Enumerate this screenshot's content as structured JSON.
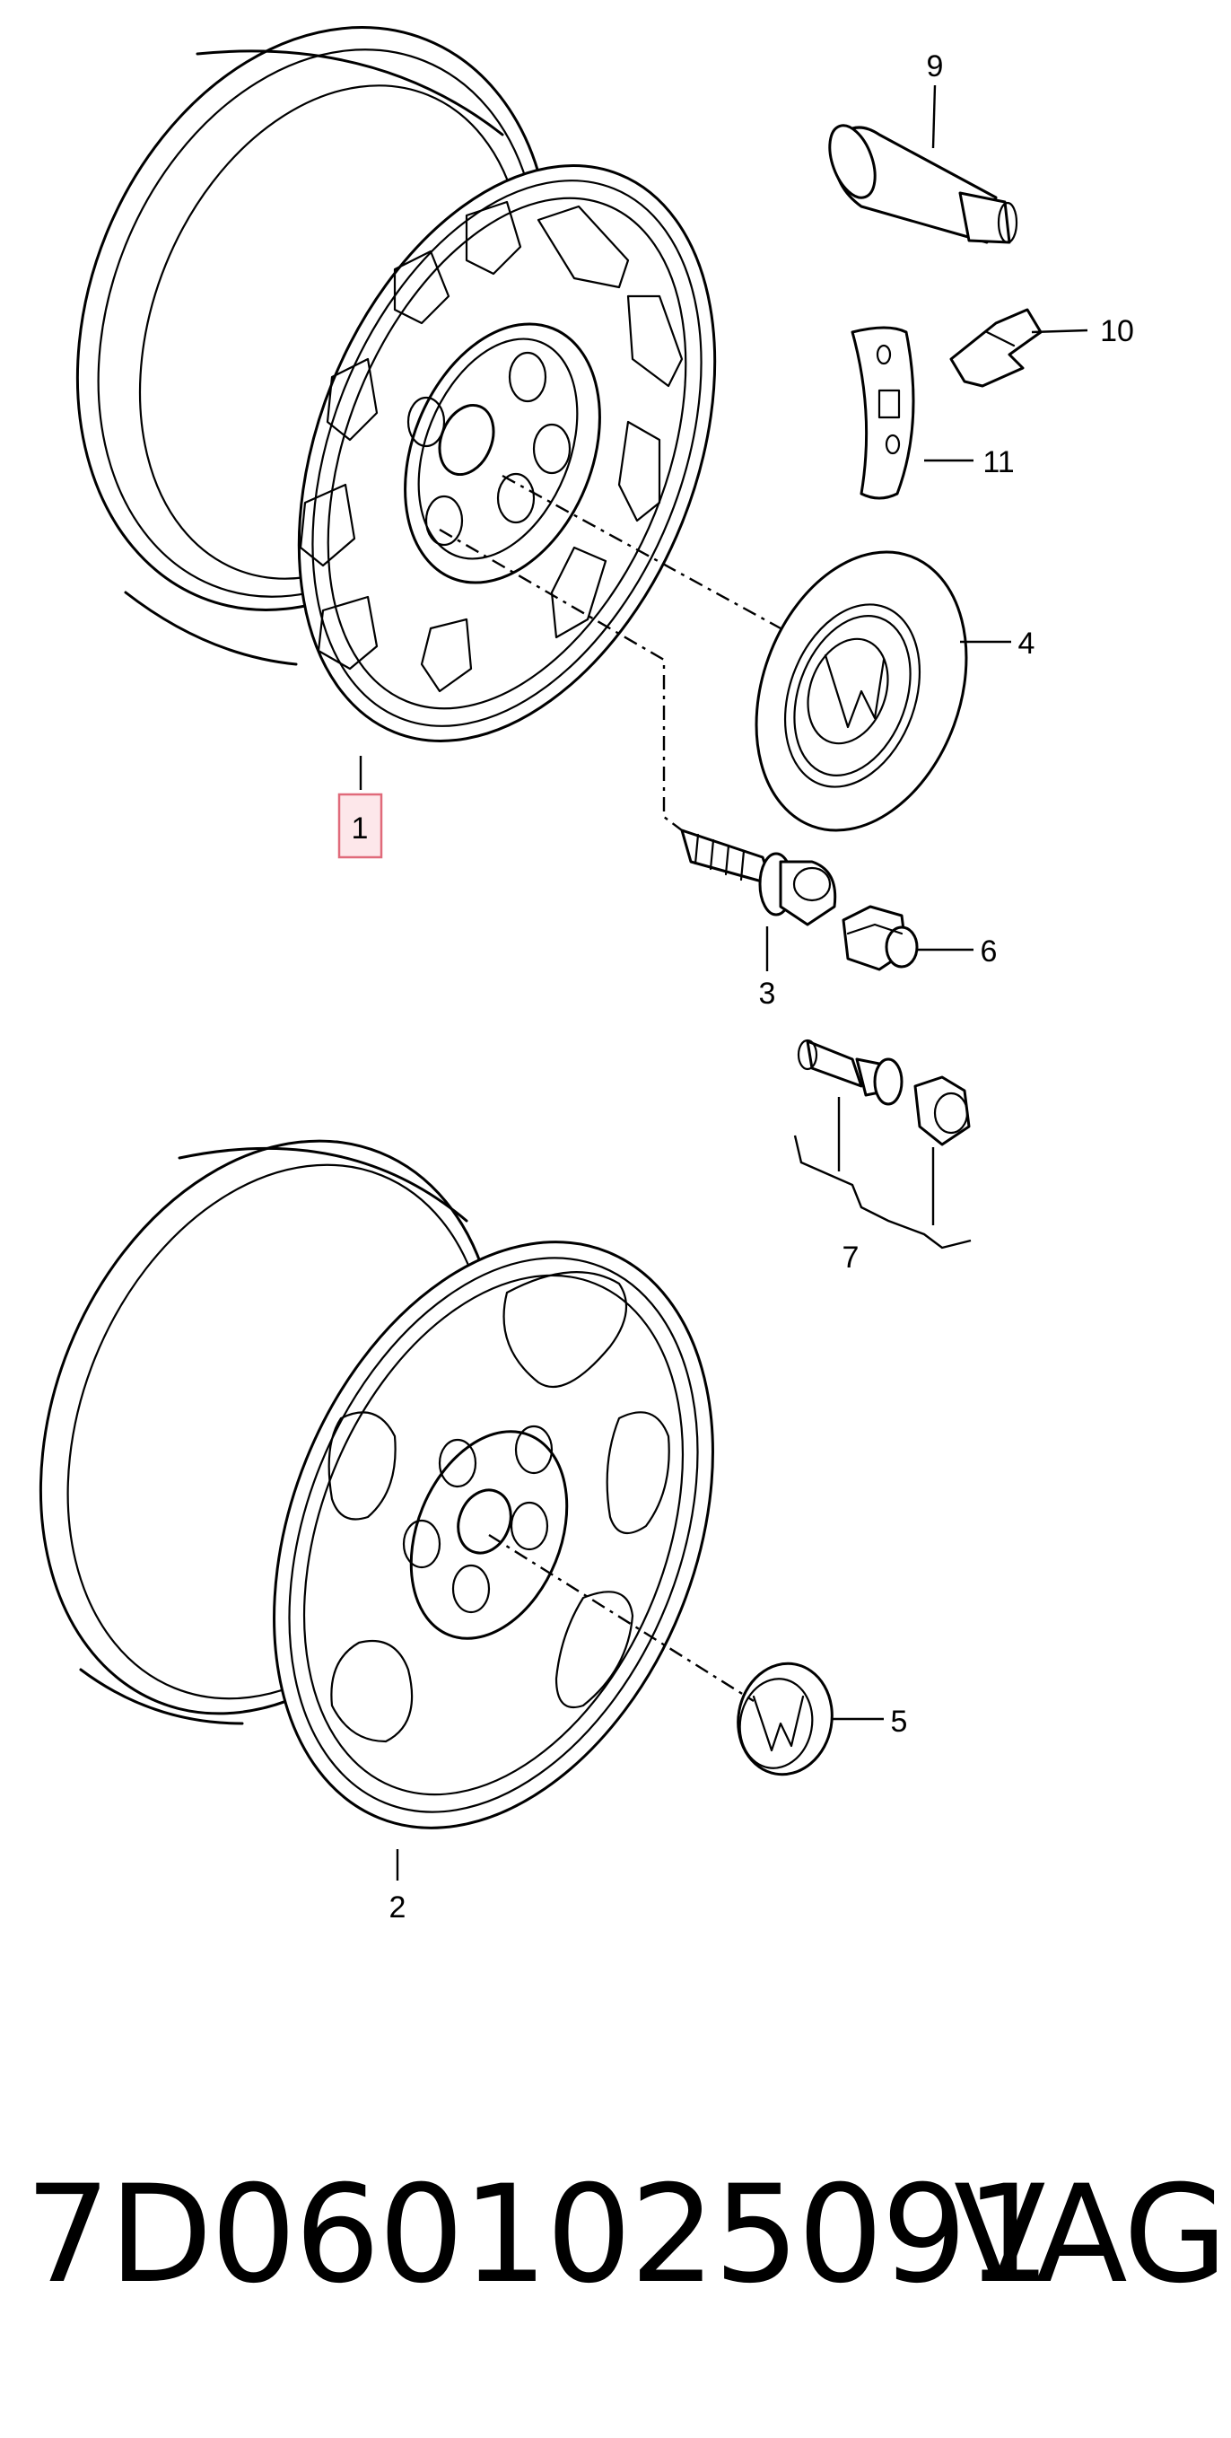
{
  "callouts": {
    "c1": "1",
    "c2": "2",
    "c3": "3",
    "c4": "4",
    "c5": "5",
    "c6": "6",
    "c7": "7",
    "c9": "9",
    "c10": "10",
    "c11": "11"
  },
  "highlighted_callout": "1",
  "footer": {
    "part_number": "7D0601025091",
    "brand": "VAG"
  },
  "colors": {
    "line": "#000000",
    "highlight_fill": "#fde7ea",
    "highlight_border": "#e06a7a"
  }
}
